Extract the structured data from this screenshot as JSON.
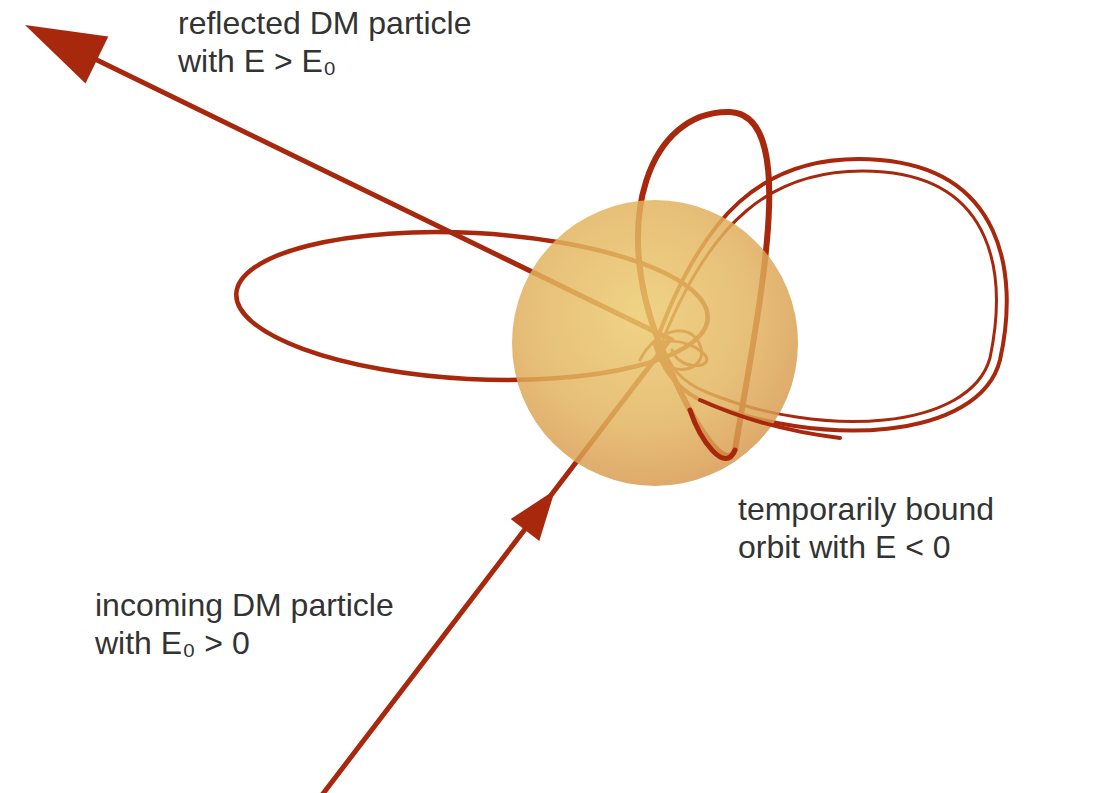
{
  "diagram": {
    "labels": [
      "reflected DM particle with E > E₀",
      "temporarily bound orbit with E < 0",
      "incoming DM particle with E₀ > 0"
    ]
  }
}
